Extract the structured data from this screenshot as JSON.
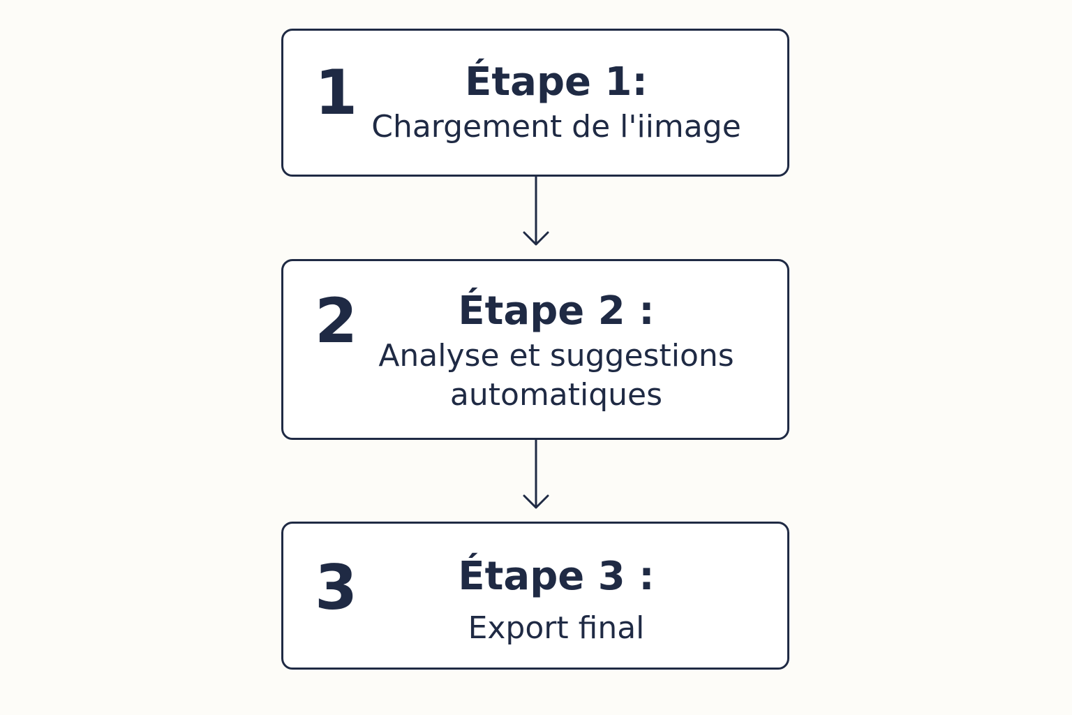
{
  "steps": [
    {
      "number": "1",
      "title": "Étape 1:",
      "description": "Chargement de l'iimage"
    },
    {
      "number": "2",
      "title": "Étape 2 :",
      "description": "Analyse et suggestions\nautomatiques"
    },
    {
      "number": "3",
      "title": "Étape 3 :",
      "description": "Export final"
    }
  ],
  "colors": {
    "background": "#FDFCF8",
    "box_fill": "#FFFFFF",
    "ink": "#1F2A44"
  }
}
